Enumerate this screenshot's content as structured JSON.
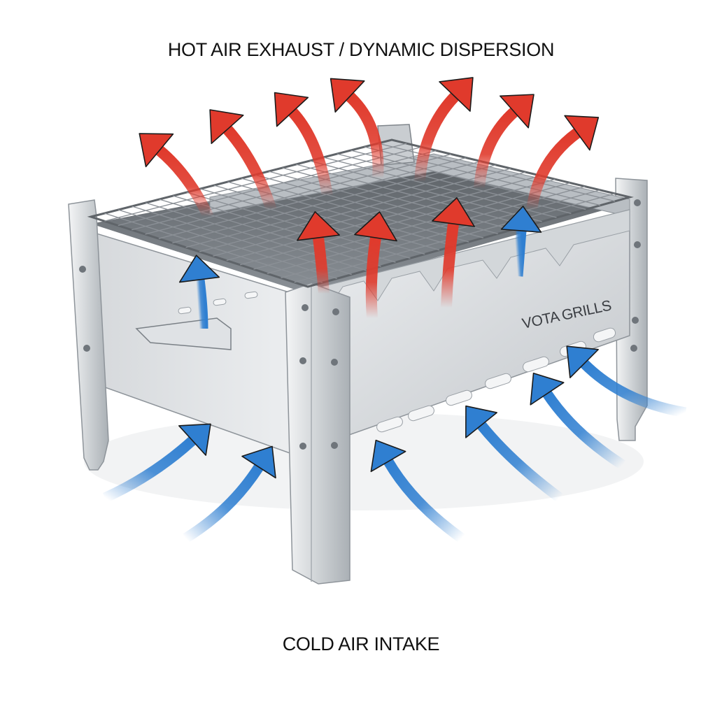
{
  "labels": {
    "top": "HOT AIR EXHAUST / DYNAMIC DISPERSION",
    "bottom": "COLD AIR INTAKE",
    "brand": "VOTA GRILLS"
  },
  "colors": {
    "hot_arrow": "#e03a2c",
    "cold_arrow": "#2f7fd1",
    "metal_light": "#e6e8ea",
    "metal_mid": "#c9cdd1",
    "metal_dark": "#9aa0a6",
    "outline": "#1b1b1b"
  },
  "icons": {
    "hot_arrows": "curved-up-arrow",
    "cold_arrows": "curved-intake-arrow"
  }
}
